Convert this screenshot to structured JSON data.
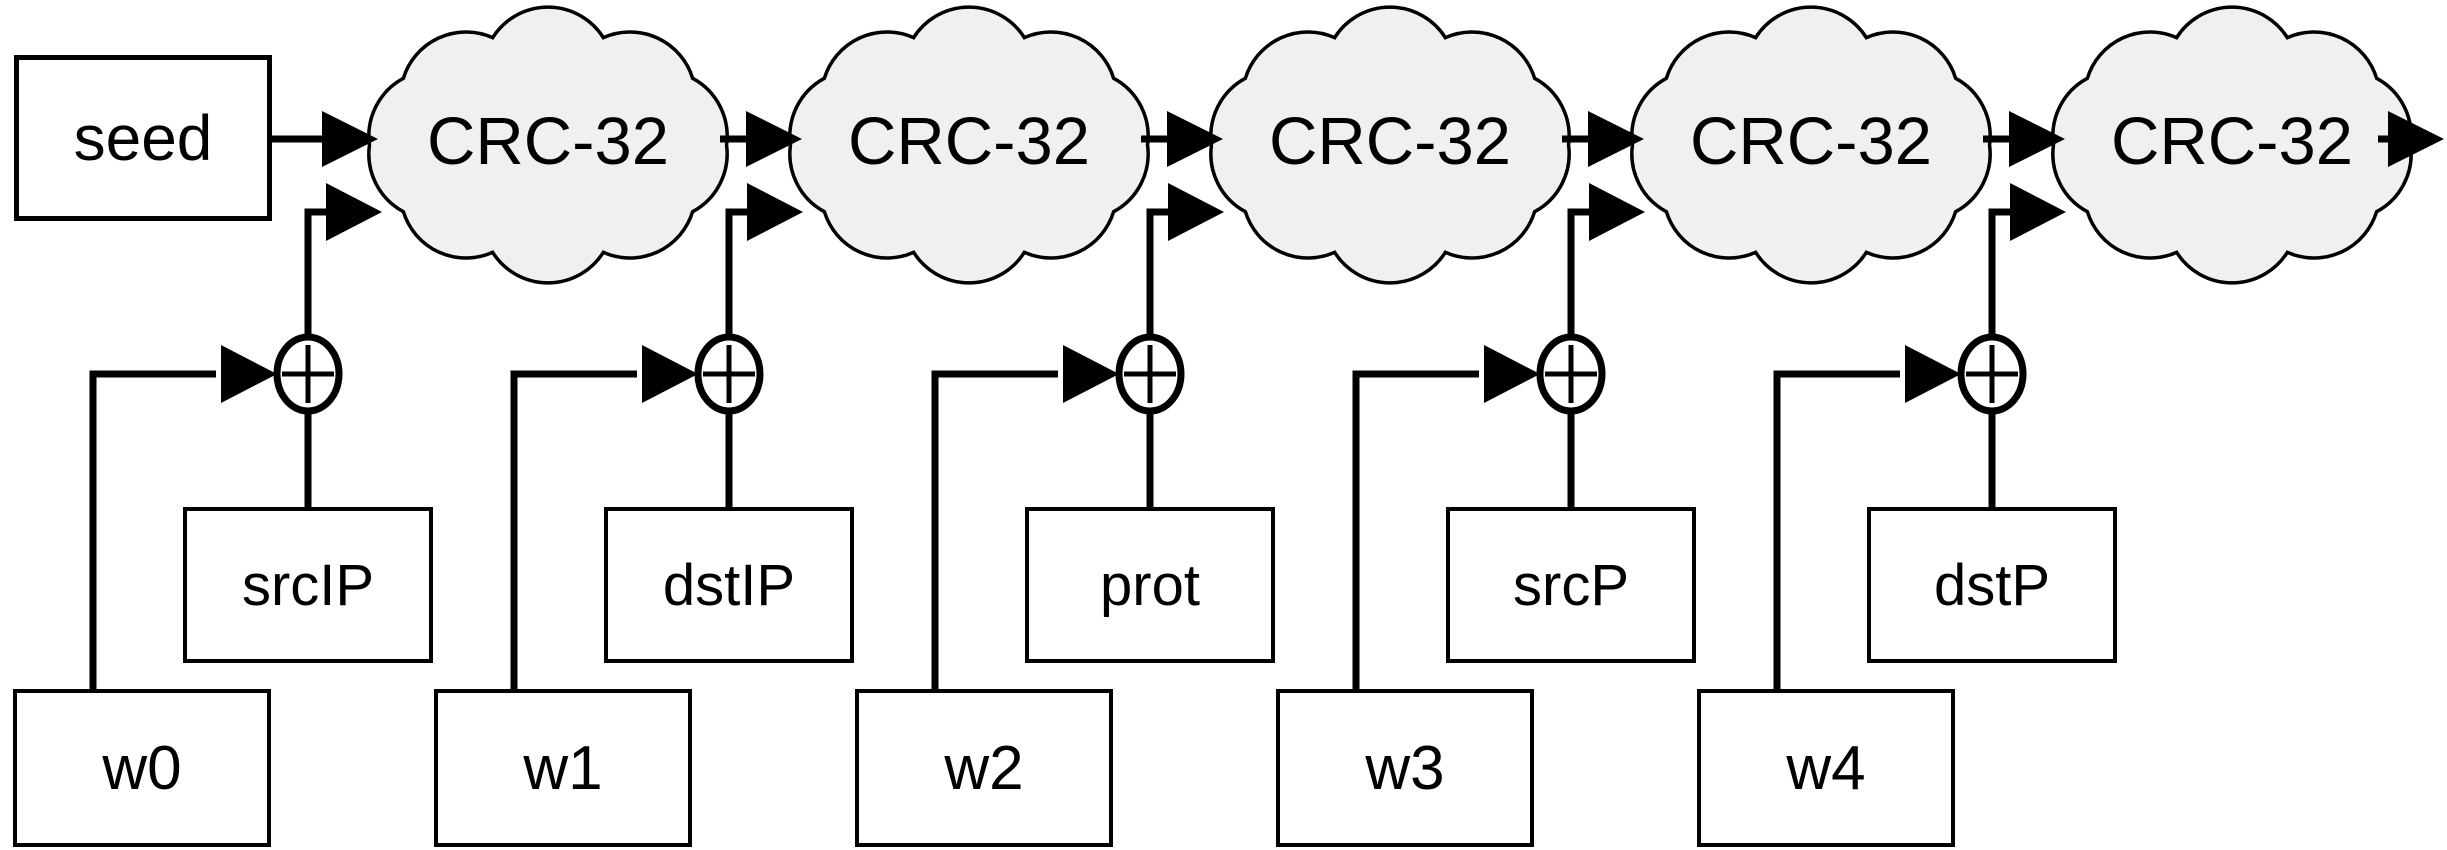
{
  "seed": {
    "label": "seed"
  },
  "stages": [
    {
      "hash_label": "CRC-32",
      "field_label": "srcIP",
      "weight_label": "w0"
    },
    {
      "hash_label": "CRC-32",
      "field_label": "dstIP",
      "weight_label": "w1"
    },
    {
      "hash_label": "CRC-32",
      "field_label": "prot",
      "weight_label": "w2"
    },
    {
      "hash_label": "CRC-32",
      "field_label": "srcP",
      "weight_label": "w3"
    },
    {
      "hash_label": "CRC-32",
      "field_label": "dstP",
      "weight_label": "w4"
    }
  ],
  "icons": {
    "xor_icon": "⊕",
    "arrowhead_icon": "▶"
  },
  "colors": {
    "line": "#000000",
    "cloud_fill": "#f0f0f0",
    "box_fill": "#ffffff",
    "background": "#ffffff"
  }
}
